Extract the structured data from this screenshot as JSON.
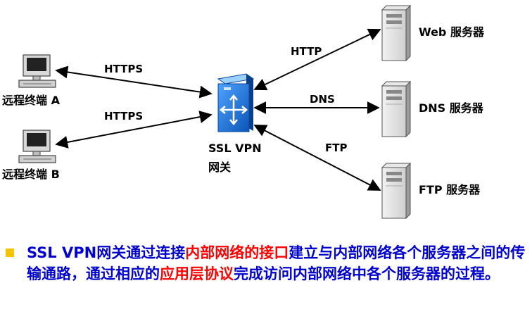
{
  "terminals": [
    {
      "label": "远程终端 A",
      "link_label": "HTTPS"
    },
    {
      "label": "远程终端 B",
      "link_label": "HTTPS"
    }
  ],
  "gateway": {
    "label_line1": "SSL VPN",
    "label_line2": "网关"
  },
  "servers": [
    {
      "label": "Web 服务器",
      "link_label": "HTTP"
    },
    {
      "label": "DNS 服务器",
      "link_label": "DNS"
    },
    {
      "label": "FTP 服务器",
      "link_label": "FTP"
    }
  ],
  "summary": {
    "part1": "SSL VPN网关通过连接",
    "highlight1": "内部网络的接口",
    "part2": "建立与内部网络各个服务器之间的传输通路，通过相应的",
    "highlight2": "应用层协议",
    "part3": "完成访问内部网络中各个服务器的过程。"
  },
  "colors": {
    "text": "#0000cc",
    "highlight": "#ff0000",
    "bullet": "#f5c400",
    "gateway": "#1a6fd6"
  }
}
